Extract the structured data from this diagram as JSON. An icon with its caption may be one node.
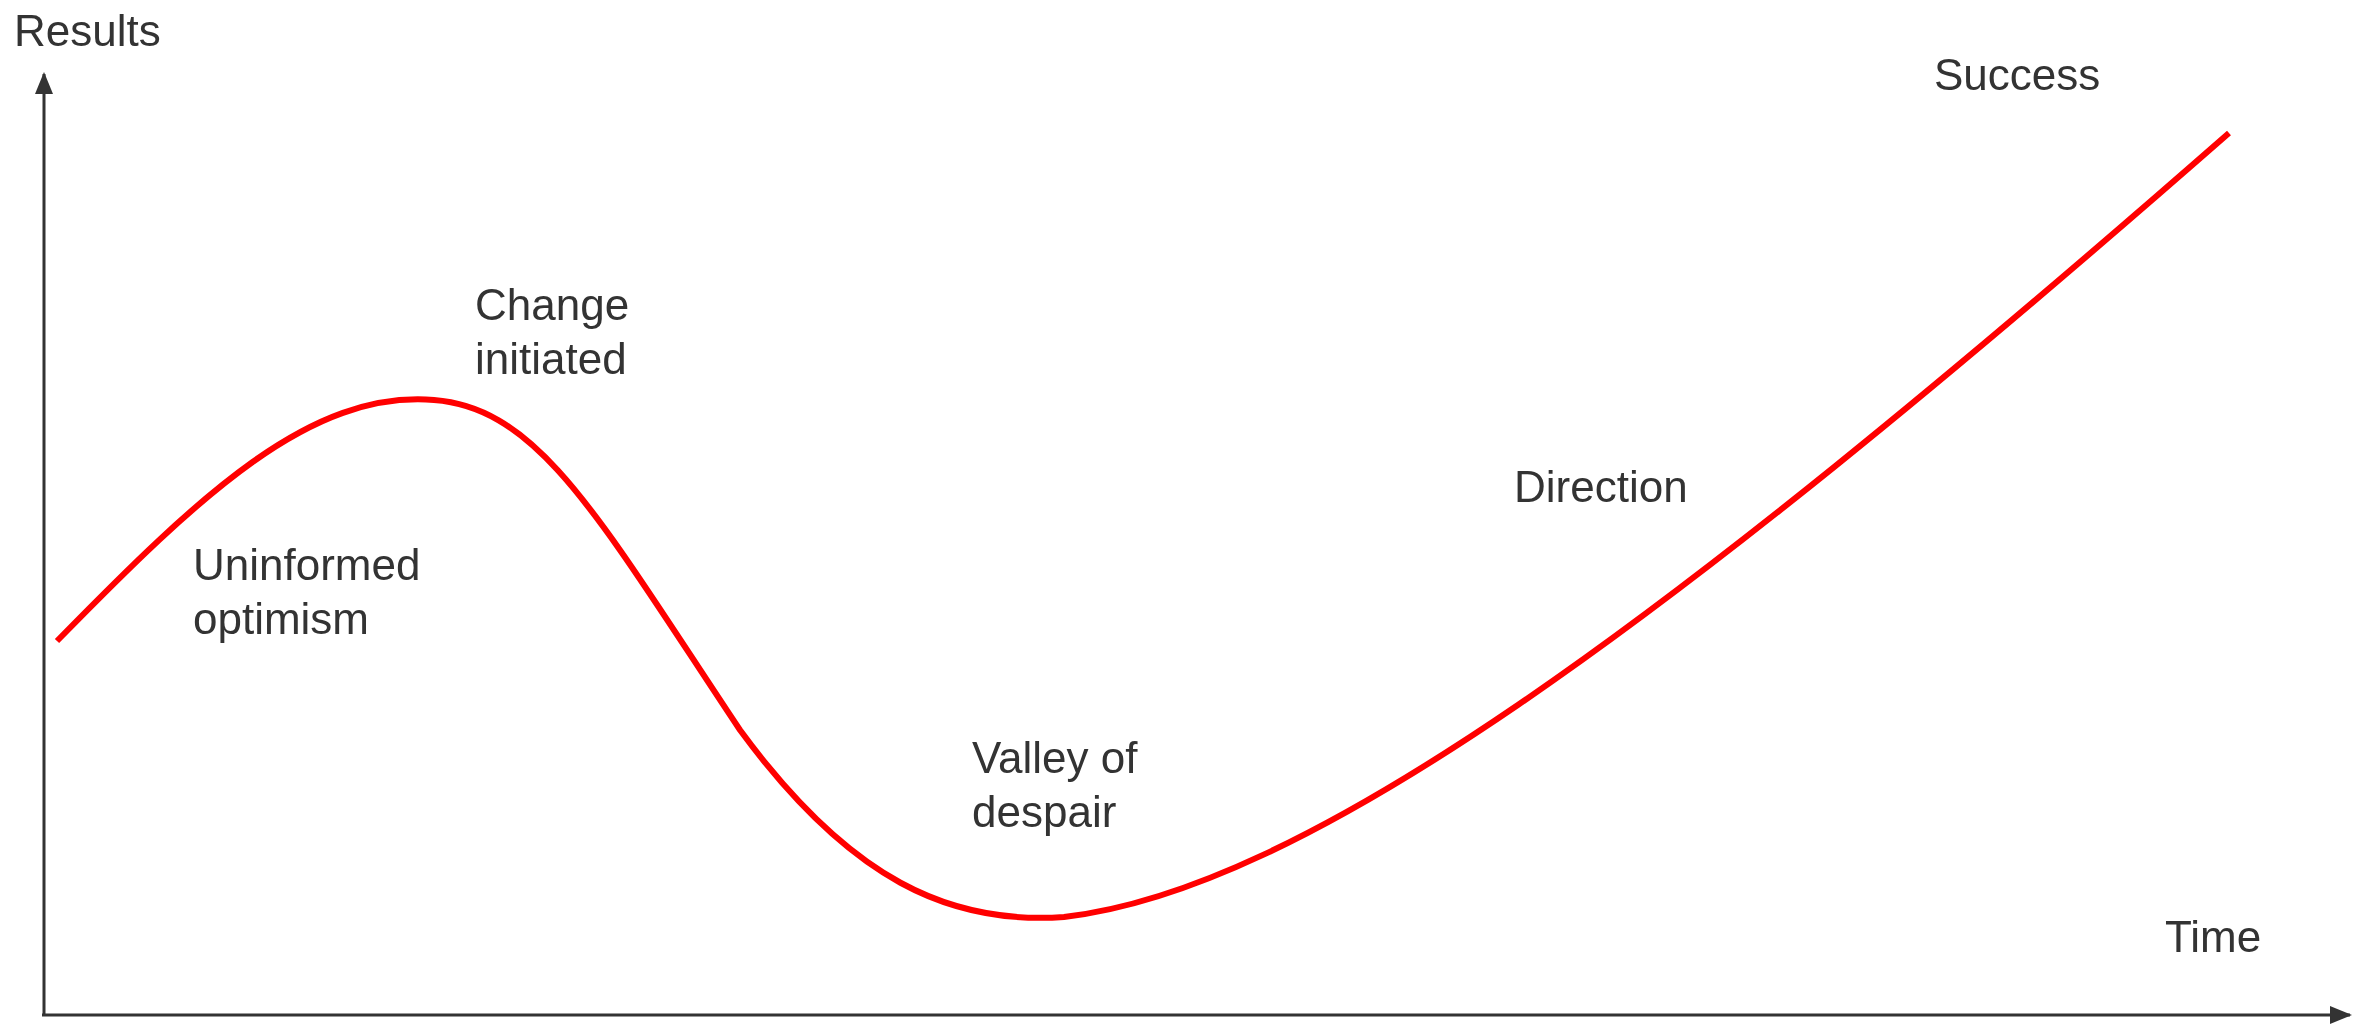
{
  "diagram": {
    "labels": [
      "Results",
      "Success",
      "Change initiated",
      "Direction",
      "Uninformed optimism",
      "Valley of despair",
      "Time"
    ]
  }
}
